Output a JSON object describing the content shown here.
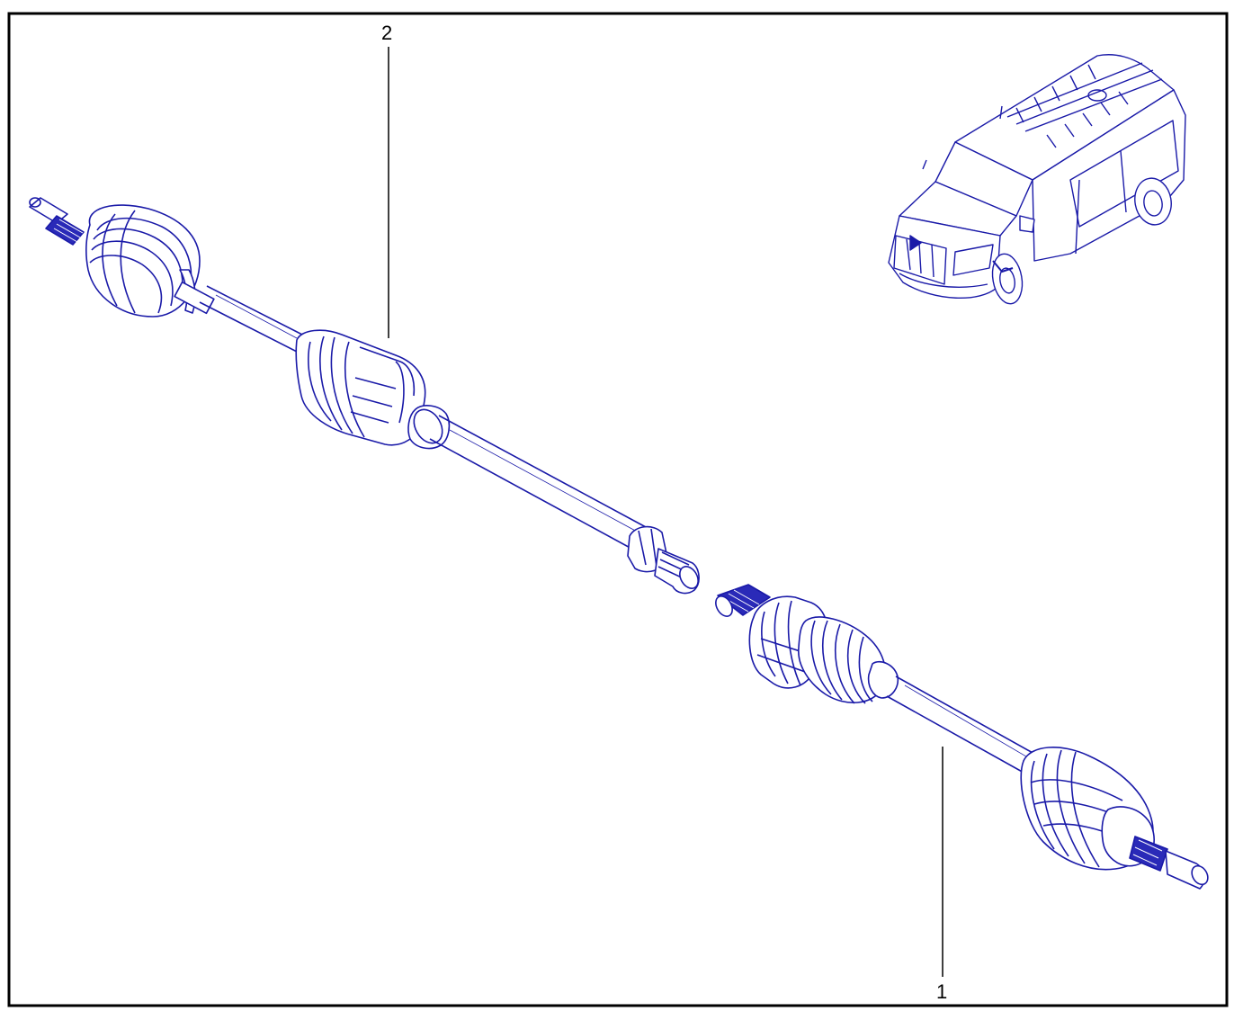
{
  "diagram": {
    "callouts": [
      {
        "id": "1",
        "label": "1"
      },
      {
        "id": "2",
        "label": "2"
      }
    ],
    "colors": {
      "line_art": "#1a1aa8",
      "line_art_light": "#3b3bd0",
      "callout": "#000000",
      "frame": "#000000",
      "background": "#ffffff"
    },
    "parts": [
      {
        "callout": "1",
        "icon": "driveshaft-right-icon"
      },
      {
        "callout": "2",
        "icon": "driveshaft-left-icon"
      }
    ],
    "thumbnail_icon": "van-thumbnail-icon"
  }
}
